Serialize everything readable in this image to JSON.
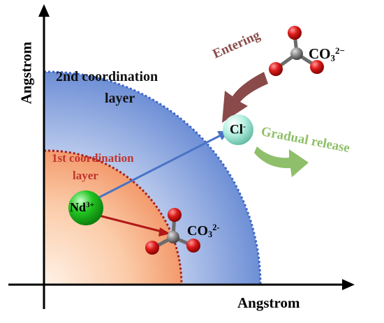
{
  "axes": {
    "x_label": "Angstrom",
    "y_label": "Angstrom"
  },
  "layers": {
    "second": {
      "line1": "2nd coordination",
      "line2": "layer",
      "color": "#5b79c9"
    },
    "first": {
      "line1": "1st coordination",
      "line2": "layer",
      "color": "#c0342c"
    }
  },
  "ions": {
    "nd": {
      "symbol": "Nd",
      "charge": "3+",
      "color": "#22b322"
    },
    "cl": {
      "symbol": "Cl",
      "charge": "-",
      "color": "#9fe8d6"
    }
  },
  "carbonate_inner": {
    "formula": "CO",
    "subscript": "3",
    "charge": "2-"
  },
  "carbonate_outer": {
    "formula": "CO",
    "subscript": "3",
    "charge": "2−"
  },
  "arrows": {
    "entering": {
      "label": "Entering",
      "color": "#8a4a4a"
    },
    "release": {
      "label": "Gradual release",
      "color": "#8fbf6a"
    }
  },
  "colors": {
    "inner_layer_fill": "#f4a477",
    "outer_layer_fill": "#6e8fd6",
    "bond_arrow_blue": "#4a73c6",
    "bond_arrow_red": "#b01818",
    "oxygen": "#d81818",
    "carbon": "#808080"
  }
}
